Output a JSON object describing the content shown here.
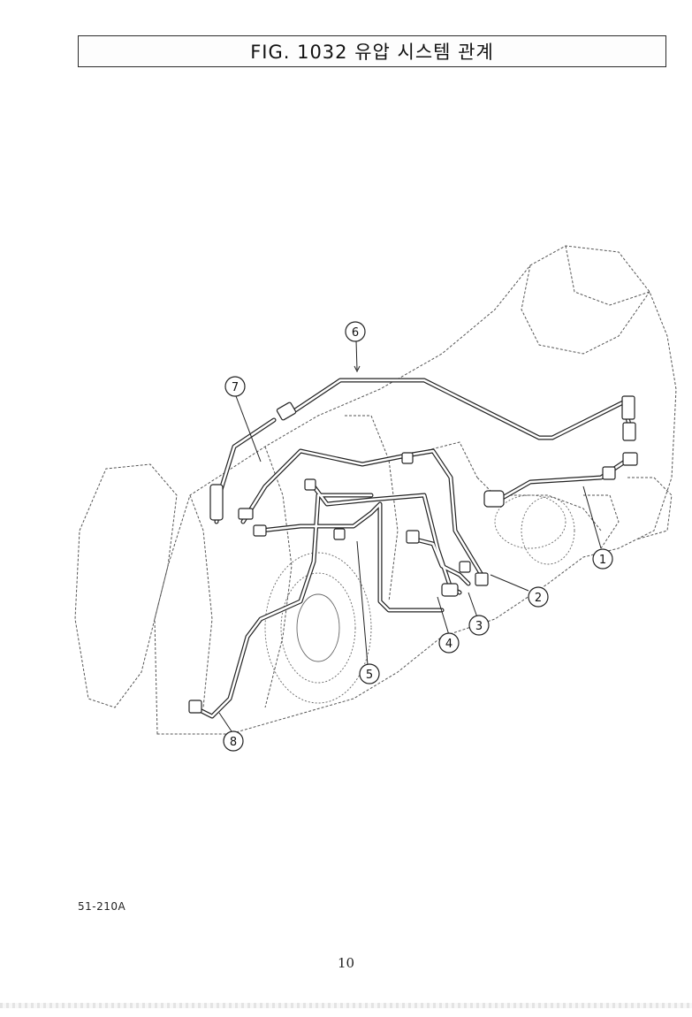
{
  "header": {
    "title": "FIG. 1032 유압 시스템 관계"
  },
  "diagram": {
    "callouts": [
      {
        "id": "1",
        "label": "1"
      },
      {
        "id": "2",
        "label": "2"
      },
      {
        "id": "3",
        "label": "3"
      },
      {
        "id": "4",
        "label": "4"
      },
      {
        "id": "5",
        "label": "5"
      },
      {
        "id": "6",
        "label": "6"
      },
      {
        "id": "7",
        "label": "7"
      },
      {
        "id": "8",
        "label": "8"
      }
    ]
  },
  "footer": {
    "code": "51-210A",
    "page_number": "10"
  }
}
